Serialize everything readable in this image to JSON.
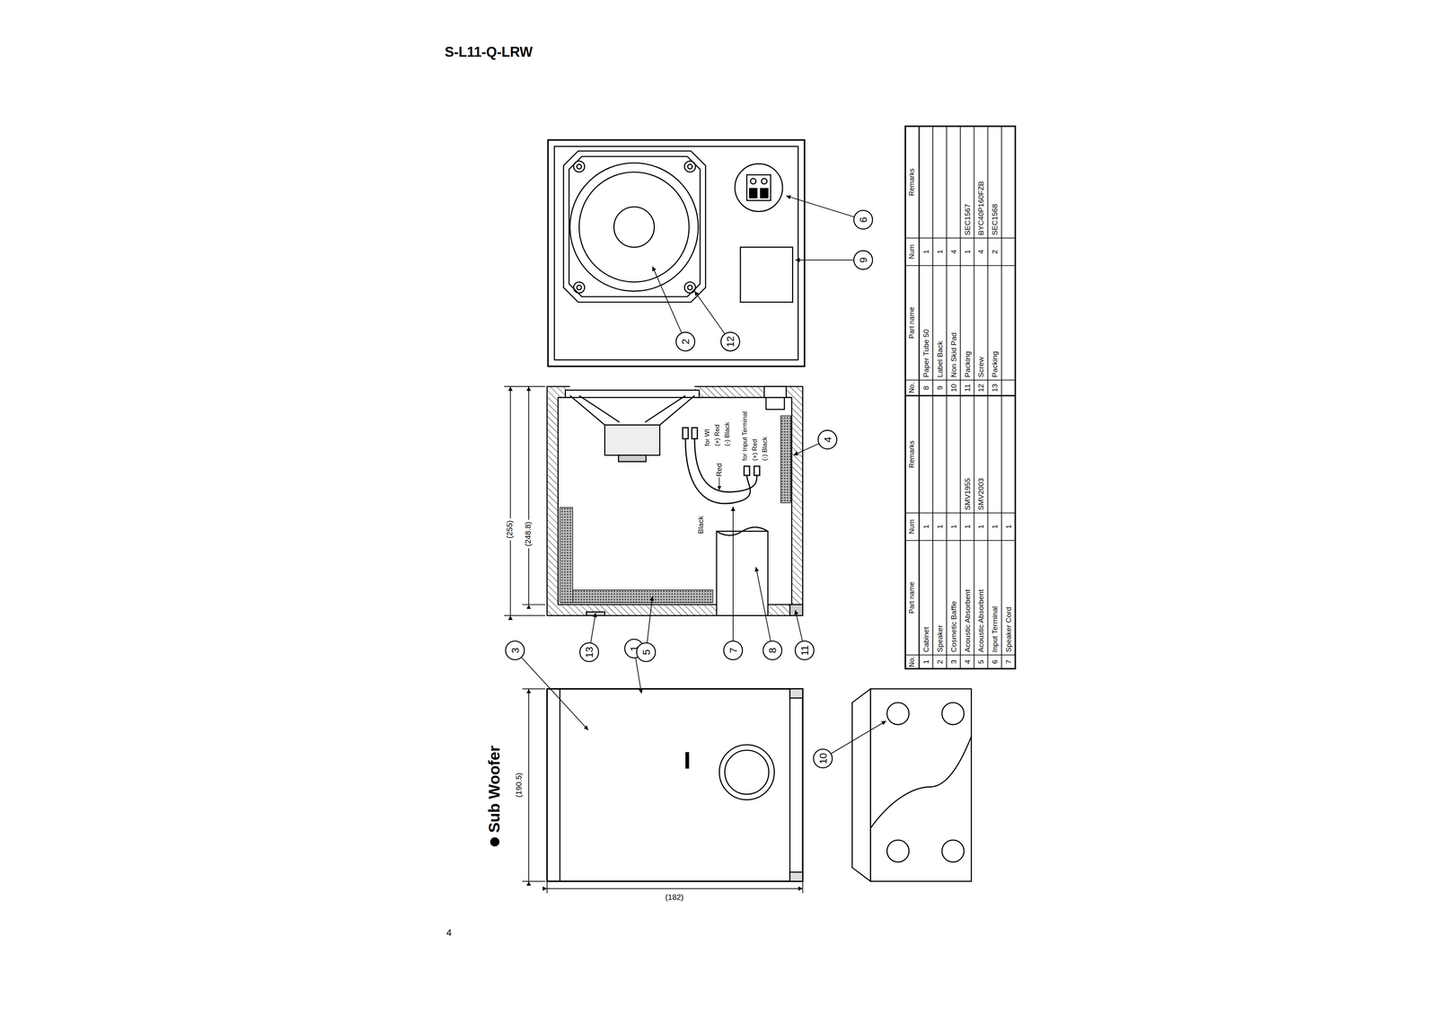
{
  "diagram": {
    "nodes": [
      {
        "text": [
          "1"
        ]
      },
      {
        "text": [
          "2"
        ]
      },
      {
        "text": [
          "3"
        ]
      },
      {
        "text": [
          "4"
        ]
      },
      {
        "text": [
          "5"
        ]
      },
      {
        "text": [
          "6"
        ]
      },
      {
        "text": [
          "7"
        ]
      },
      {
        "text": [
          "8"
        ]
      },
      {
        "text": [
          "9"
        ]
      },
      {
        "text": [
          "10"
        ]
      },
      {
        "text": [
          "11"
        ]
      },
      {
        "text": [
          "12"
        ]
      },
      {
        "text": [
          "13"
        ]
      }
    ],
    "labels": [
      "S-L11-Q-LRW",
      "Sub Woofer",
      "(190.5)",
      "(182)",
      "(255)",
      "(248.8)",
      "Black",
      "Red",
      "for WI",
      "(+) Red",
      "(-) Black",
      "for Input Terminal",
      "(+) Red",
      "(-) Black",
      "No.",
      "Part name",
      "Num",
      "Remarks",
      "No.",
      "Part name",
      "Num",
      "Remarks",
      "1",
      "Cabinet",
      "1",
      "8",
      "Paper Tube 50",
      "1",
      "2",
      "Speaker",
      "1",
      "9",
      "Label Back",
      "1",
      "3",
      "Cosmetic Baffle",
      "1",
      "10",
      "Non Skid Pad",
      "4",
      "4",
      "Acoustic Absorbent",
      "1",
      "SMV1955",
      "11",
      "Packing",
      "1",
      "SEC1567",
      "5",
      "Acoustic Absorbent",
      "1",
      "SMV2003",
      "12",
      "Screw",
      "4",
      "BYC40P160FZB",
      "6",
      "Input Terminal",
      "1",
      "13",
      "Packing",
      "2",
      "SEC1568",
      "7",
      "Speaker Cord",
      "1",
      "4"
    ]
  }
}
